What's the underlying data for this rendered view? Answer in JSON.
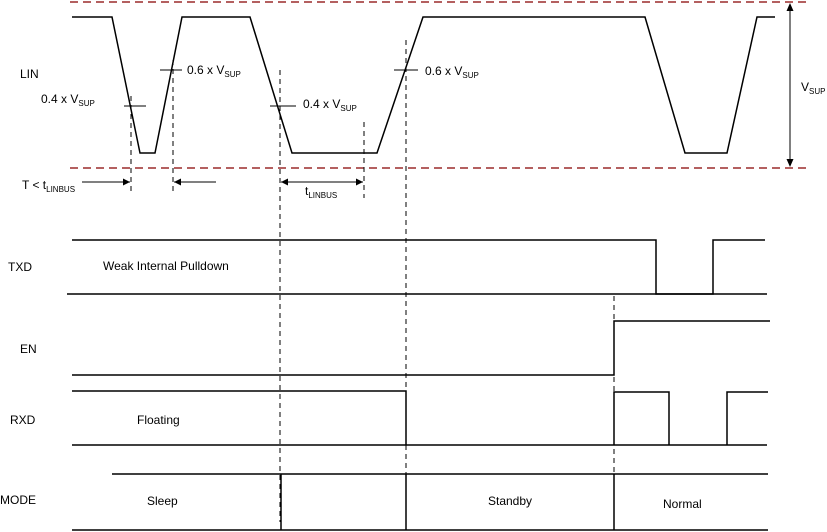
{
  "signals": {
    "lin": "LIN",
    "txd": "TXD",
    "en": "EN",
    "rxd": "RXD",
    "mode": "MODE"
  },
  "annotations": {
    "txd_note": "Weak Internal Pulldown",
    "rxd_note": "Floating",
    "mode_sleep": "Sleep",
    "mode_standby": "Standby",
    "mode_normal": "Normal"
  },
  "thresholds": {
    "low_left": {
      "prefix": "0.4 x V",
      "sub": "SUP"
    },
    "high_left": {
      "prefix": "0.6 x V",
      "sub": "SUP"
    },
    "low_right": {
      "prefix": "0.4 x V",
      "sub": "SUP"
    },
    "high_right": {
      "prefix": "0.6 x V",
      "sub": "SUP"
    },
    "vsup": {
      "prefix": "V",
      "sub": "SUP"
    }
  },
  "timing": {
    "short": {
      "prefix": "T < t",
      "sub": "LINBUS"
    },
    "long": {
      "prefix": "t",
      "sub": "LINBUS"
    }
  },
  "colors": {
    "signal": "#000000",
    "rail": "#9b2c2c"
  }
}
